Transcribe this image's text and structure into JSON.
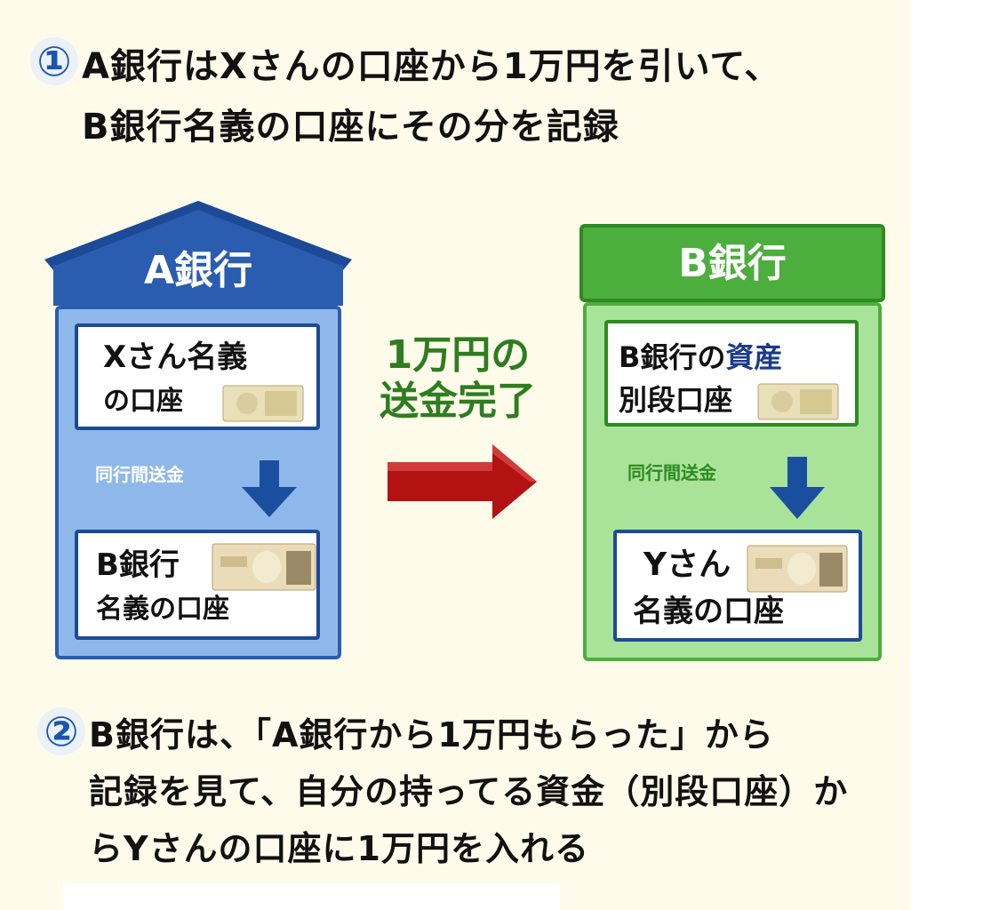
{
  "step1": {
    "number": "①",
    "line1": "A銀行はXさんの口座から1万円を引いて、",
    "line2": "B銀行名義の口座にその分を記録"
  },
  "bank_a": {
    "name": "A銀行",
    "account_top": {
      "line1": "Xさん名義",
      "line2": "の口座"
    },
    "transfer_label": "同行間送金",
    "account_bottom": {
      "line1": "B銀行",
      "line2": "名義の口座"
    }
  },
  "center": {
    "line1": "1万円の",
    "line2": "送金完了"
  },
  "bank_b": {
    "name": "B銀行",
    "account_top": {
      "line1_a": "B銀行の",
      "line1_b": "資産",
      "line2": "別段口座"
    },
    "transfer_label": "同行間送金",
    "account_bottom": {
      "line1": "Yさん",
      "line2": "名義の口座"
    }
  },
  "step2": {
    "number": "②",
    "line1": "B銀行は、「A銀行から1万円もらった」から",
    "line2": "記録を見て、自分の持ってる資金（別段口座）か",
    "line3": "らYさんの口座に1万円を入れる"
  },
  "colors": {
    "bank_a_blue": "#2a5db0",
    "bank_a_light": "#8fb8ea",
    "bank_b_green": "#4cae3c",
    "bank_b_light": "#a9e39a",
    "arrow_red": "#b31212",
    "highlight_green": "#2e7d1f"
  }
}
